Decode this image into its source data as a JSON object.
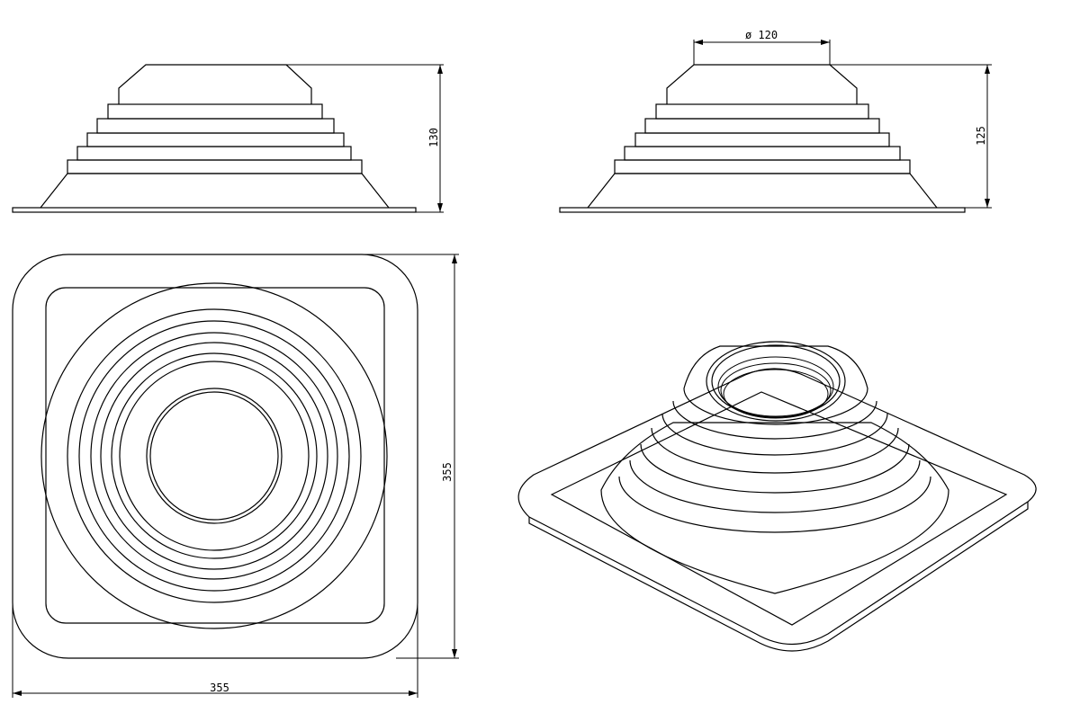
{
  "drawing": {
    "dimensions": {
      "side_height_left": "130",
      "side_height_right": "125",
      "top_diameter": "ø 120",
      "plan_height": "355",
      "plan_width": "355"
    },
    "colors": {
      "line": "#000000",
      "background": "#ffffff"
    }
  }
}
